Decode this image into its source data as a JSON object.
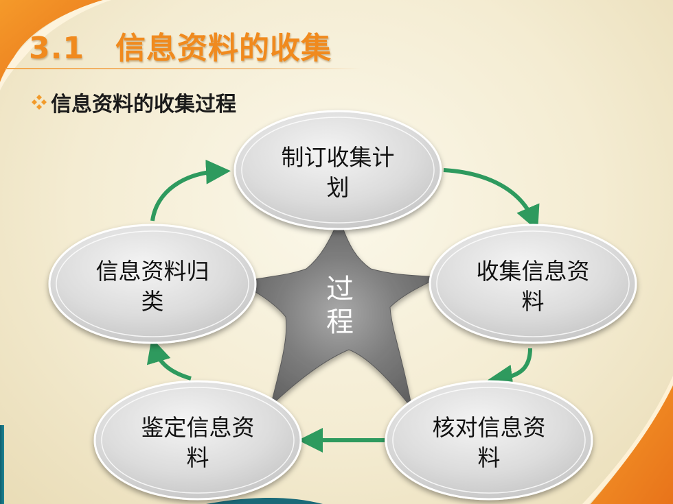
{
  "title": "3.1　信息资料的收集",
  "subtitle": "信息资料的收集过程",
  "bullet_icon": "diamond-cluster-icon",
  "colors": {
    "title": "#f08a1e",
    "accent_orange": "#f07c1a",
    "accent_teal": "#1a6a78",
    "arrow": "#2e9a5e",
    "star": "#7b7b7b"
  },
  "center": {
    "line1": "过",
    "line2": "程"
  },
  "steps": [
    {
      "line1": "制订收集计",
      "line2": "划"
    },
    {
      "line1": "收集信息资",
      "line2": "料"
    },
    {
      "line1": "核对信息资",
      "line2": "料"
    },
    {
      "line1": "鉴定信息资",
      "line2": "料"
    },
    {
      "line1": "信息资料归",
      "line2": "类"
    }
  ]
}
